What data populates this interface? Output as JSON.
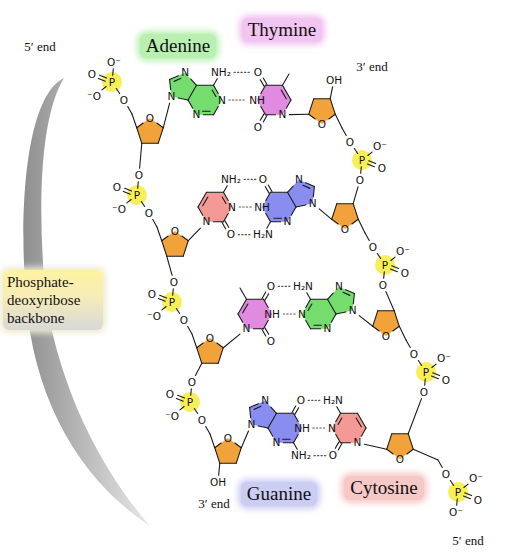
{
  "diagram": {
    "nodes": [
      {
        "text": [
          "Adenine"
        ]
      },
      {
        "text": [
          "Thymine"
        ]
      },
      {
        "text": [
          "Phosphate- deoxyribose backbone"
        ]
      },
      {
        "text": [
          "Guanine"
        ]
      },
      {
        "text": [
          "Cytosine"
        ]
      }
    ],
    "labels": [
      "5′ end",
      "P",
      "O",
      "⁻O",
      "O⁻",
      "O",
      "O",
      "P",
      "O",
      "⁻O",
      "O",
      "O",
      "O",
      "P",
      "O",
      "⁻O",
      "O",
      "O",
      "O",
      "P",
      "O",
      "⁻O",
      "O",
      "O",
      "O",
      "OH",
      "3′ end",
      "O",
      "P",
      "O",
      "O⁻",
      "O",
      "O",
      "O",
      "P",
      "O",
      "O⁻",
      "O",
      "O",
      "O",
      "P",
      "O",
      "O⁻",
      "O",
      "O",
      "O",
      "P",
      "O",
      "O⁻",
      "O",
      "O⁻",
      "OH",
      "3′ end",
      "5′ end",
      "NH₂",
      "N",
      "N",
      "N",
      "N",
      "O",
      "NH",
      "O",
      "N",
      "NH₂",
      "N",
      "O",
      "N",
      "O",
      "NH",
      "H₂N",
      "N",
      "N",
      "N",
      "O",
      "NH",
      "O",
      "N",
      "H₂N",
      "N",
      "N",
      "N",
      "N",
      "O",
      "NH",
      "NH₂",
      "N",
      "N",
      "N",
      "H₂N",
      "N",
      "O",
      "N"
    ]
  }
}
